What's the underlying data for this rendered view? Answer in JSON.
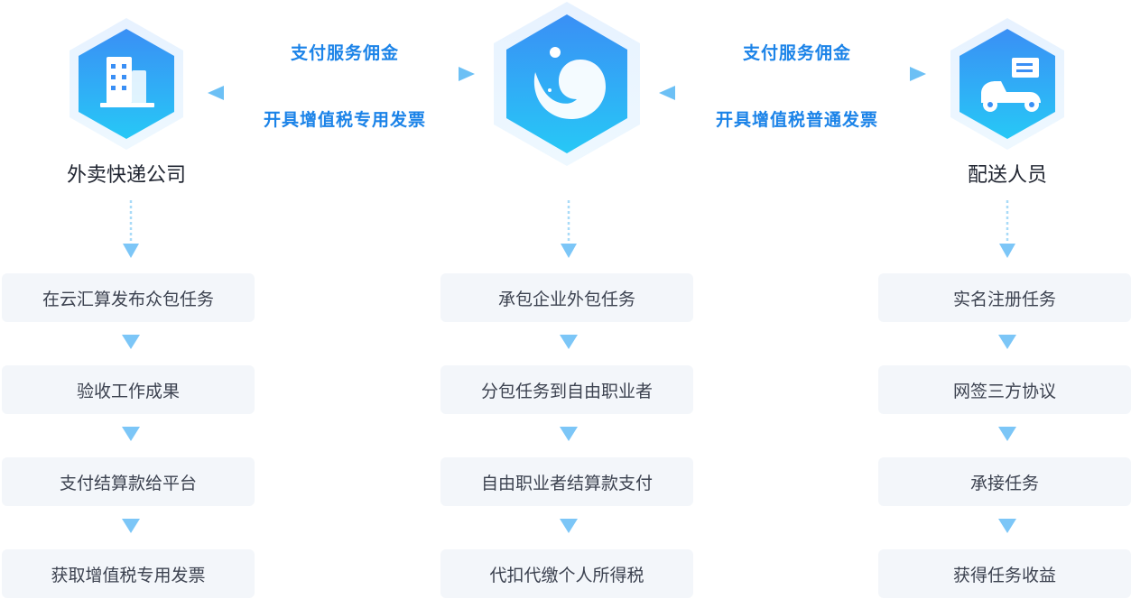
{
  "entities": {
    "left": {
      "label": "外卖快递公司",
      "icon": "building-icon"
    },
    "center": {
      "label": "",
      "icon": "platform-logo-icon"
    },
    "right": {
      "label": "配送人员",
      "icon": "delivery-scooter-icon"
    }
  },
  "flows": {
    "left_top": "支付服务佣金",
    "left_bottom": "开具增值税专用发票",
    "right_top": "支付服务佣金",
    "right_bottom": "开具增值税普通发票"
  },
  "columns": {
    "left": [
      "在云汇算发布众包任务",
      "验收工作成果",
      "支付结算款给平台",
      "获取增值税专用发票"
    ],
    "center": [
      "承包企业外包任务",
      "分包任务到自由职业者",
      "自由职业者结算款支付",
      "代扣代缴个人所得税"
    ],
    "right": [
      "实名注册任务",
      "网签三方协议",
      "承接任务",
      "获得任务收益"
    ]
  },
  "colors": {
    "hex_gradient_top": "#3a8ff5",
    "hex_gradient_bottom": "#28c7f5",
    "flow_text": "#1b83e8",
    "arrow": "#7cc6f7",
    "step_bg": "#f3f6fa"
  }
}
